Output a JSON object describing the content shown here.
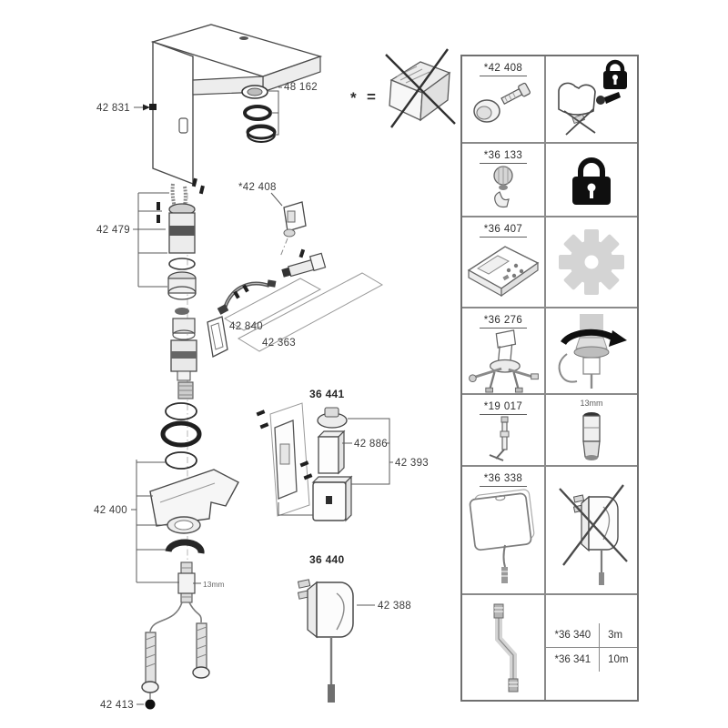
{
  "legend": {
    "asterisk": "*",
    "equals_sign": "=",
    "icon": "crossed-out-package-icon"
  },
  "diagram": {
    "part_labels": {
      "p48162": "48 162",
      "p42831": "42 831",
      "p42408": "*42 408",
      "p42479": "42 479",
      "p42840": "42 840",
      "p42363": "42 363",
      "p36441": "36 441",
      "p42886": "42 886",
      "p42393": "42 393",
      "p42400": "42 400",
      "p13mm": "13mm",
      "p36440": "36 440",
      "p42388": "42 388",
      "p42413": "42 413"
    }
  },
  "parts_table": {
    "rows": [
      {
        "part_number": "*42 408",
        "left_icon": "security-knob-screw-icon",
        "right_icon": "faucet-key-padlock-icon"
      },
      {
        "part_number": "*36 133",
        "left_icon": "locking-cap-icon",
        "right_icon": "padlock-icon"
      },
      {
        "part_number": "*36 407",
        "left_icon": "remote-control-icon",
        "right_icon": "gear-icon"
      },
      {
        "part_number": "*36 276",
        "left_icon": "mounting-kit-icon",
        "right_icon": "faucet-install-rotate-icon"
      },
      {
        "part_number": "*19 017",
        "left_icon": "socket-wrench-tool-icon",
        "right_icon": "socket-bit-icon",
        "right_label": "13mm"
      },
      {
        "part_number": "*36 338",
        "left_icon": "control-box-cable-icon",
        "right_icon": "power-supply-crossed-icon"
      },
      {
        "part_number": "",
        "left_icon": "extension-cable-icon",
        "variants": [
          {
            "part_number": "*36 340",
            "length": "3m"
          },
          {
            "part_number": "*36 341",
            "length": "10m"
          }
        ]
      }
    ]
  },
  "colors": {
    "line": "#4a4a4a",
    "lock_black": "#0f0f0f",
    "gear_gray": "#d4d4d4",
    "table_border": "#8a8a8a"
  }
}
